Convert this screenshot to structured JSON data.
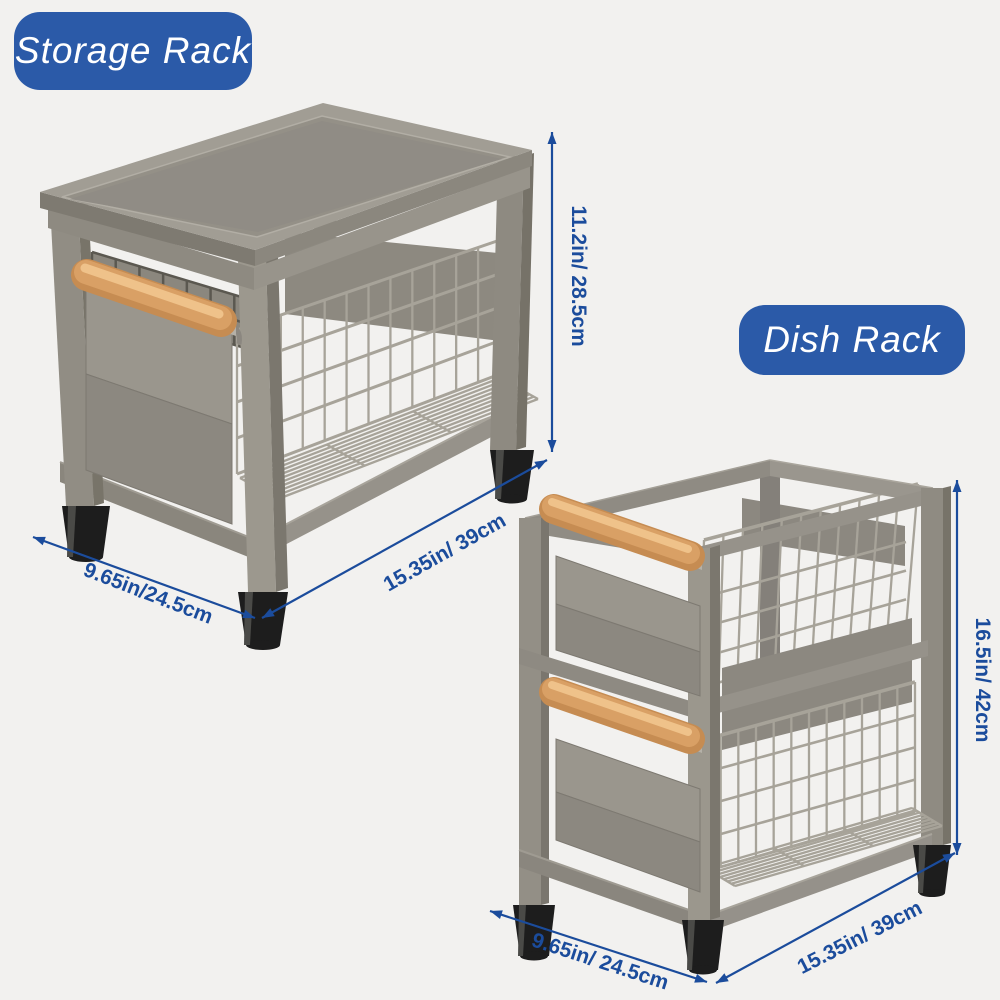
{
  "page": {
    "background": "#f2f1ef"
  },
  "badges": {
    "storage": "Storage Rack",
    "dish": "Dish Rack"
  },
  "storage_rack": {
    "name": "Storage Rack",
    "height": "11.2in/ 28.5cm",
    "depth": "9.65in/24.5cm",
    "width": "15.35in/ 39cm"
  },
  "dish_rack": {
    "name": "Dish Rack",
    "height": "16.5in/ 42cm",
    "depth": "9.65in/ 24.5cm",
    "width": "15.35in/ 39cm"
  },
  "colors": {
    "badge_blue": "#2b5aa8",
    "dimension_blue": "#1b4c9c",
    "metal_gray": "#949086",
    "wood_tan": "#d9a065",
    "foot_black": "#1d1d1d",
    "background": "#f2f1ef"
  }
}
